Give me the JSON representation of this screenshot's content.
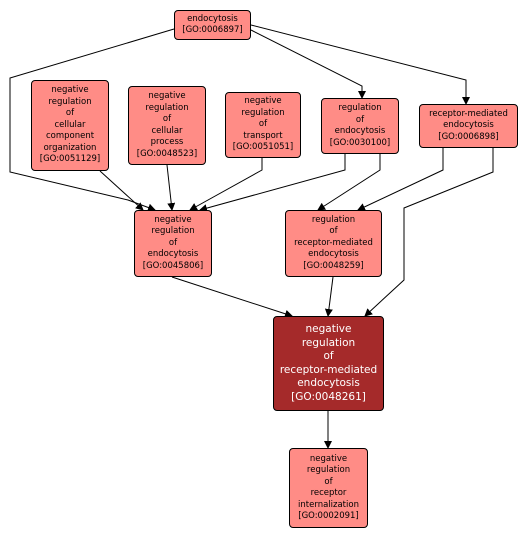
{
  "diagram": {
    "colors": {
      "node_fill": "#ff8c86",
      "focus_fill": "#a52a2a",
      "edge": "#000000"
    },
    "nodes": {
      "endocytosis": {
        "lines": [
          "endocytosis",
          "[GO:0006897]"
        ]
      },
      "neg_reg_cellular_component_organization": {
        "lines": [
          "negative",
          "regulation",
          "of",
          "cellular",
          "component",
          "organization",
          "[GO:0051129]"
        ]
      },
      "neg_reg_cellular_process": {
        "lines": [
          "negative",
          "regulation",
          "of",
          "cellular",
          "process",
          "[GO:0048523]"
        ]
      },
      "neg_reg_transport": {
        "lines": [
          "negative",
          "regulation",
          "of",
          "transport",
          "[GO:0051051]"
        ]
      },
      "reg_endocytosis": {
        "lines": [
          "regulation",
          "of",
          "endocytosis",
          "[GO:0030100]"
        ]
      },
      "receptor_mediated_endocytosis": {
        "lines": [
          "receptor-mediated",
          "endocytosis",
          "[GO:0006898]"
        ]
      },
      "neg_reg_endocytosis": {
        "lines": [
          "negative",
          "regulation",
          "of",
          "endocytosis",
          "[GO:0045806]"
        ]
      },
      "reg_receptor_mediated_endocytosis": {
        "lines": [
          "regulation",
          "of",
          "receptor-mediated",
          "endocytosis",
          "[GO:0048259]"
        ]
      },
      "neg_reg_receptor_mediated_endocytosis": {
        "lines": [
          "negative",
          "regulation",
          "of",
          "receptor-mediated",
          "endocytosis",
          "[GO:0048261]"
        ]
      },
      "neg_reg_receptor_internalization": {
        "lines": [
          "negative",
          "regulation",
          "of",
          "receptor",
          "internalization",
          "[GO:0002091]"
        ]
      }
    },
    "edges": [
      [
        "endocytosis",
        "neg_reg_endocytosis"
      ],
      [
        "endocytosis",
        "reg_endocytosis"
      ],
      [
        "endocytosis",
        "receptor_mediated_endocytosis"
      ],
      [
        "neg_reg_cellular_component_organization",
        "neg_reg_endocytosis"
      ],
      [
        "neg_reg_cellular_process",
        "neg_reg_endocytosis"
      ],
      [
        "neg_reg_transport",
        "neg_reg_endocytosis"
      ],
      [
        "reg_endocytosis",
        "neg_reg_endocytosis"
      ],
      [
        "reg_endocytosis",
        "reg_receptor_mediated_endocytosis"
      ],
      [
        "receptor_mediated_endocytosis",
        "reg_receptor_mediated_endocytosis"
      ],
      [
        "receptor_mediated_endocytosis",
        "neg_reg_receptor_mediated_endocytosis"
      ],
      [
        "neg_reg_endocytosis",
        "neg_reg_receptor_mediated_endocytosis"
      ],
      [
        "reg_receptor_mediated_endocytosis",
        "neg_reg_receptor_mediated_endocytosis"
      ],
      [
        "neg_reg_receptor_mediated_endocytosis",
        "neg_reg_receptor_internalization"
      ]
    ]
  }
}
